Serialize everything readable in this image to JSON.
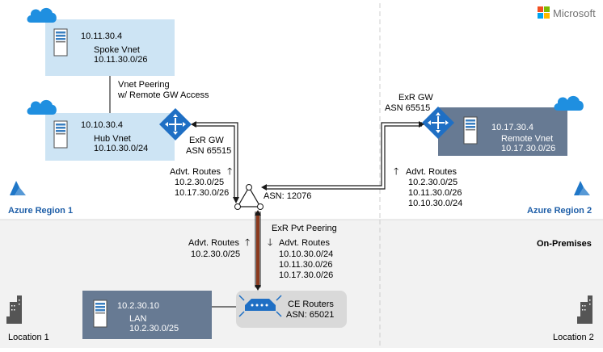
{
  "brand": {
    "name": "Microsoft",
    "colors": [
      "#f25022",
      "#7fba00",
      "#00a4ef",
      "#ffb900"
    ]
  },
  "colors": {
    "azure_bg": "#ffffff",
    "onprem_bg": "#f2f2f2",
    "vnet_light": "#cde4f4",
    "vnet_dark": "#677a93",
    "accent_blue": "#1f77c8",
    "cloud_blue": "#1f8fe0",
    "peering_link": "#8b3a1e",
    "region_label": "#1f5fa8"
  },
  "spoke_vnet": {
    "ip": "10.11.30.4",
    "name": "Spoke Vnet",
    "cidr": "10.11.30.0/26"
  },
  "peering": {
    "line1": "Vnet Peering",
    "line2": "w/ Remote GW Access"
  },
  "hub_vnet": {
    "ip": "10.10.30.4",
    "name": "Hub Vnet",
    "cidr": "10.10.30.0/24"
  },
  "hub_gw": {
    "name": "ExR GW",
    "asn": "ASN 65515"
  },
  "remote_gw": {
    "name": "ExR GW",
    "asn": "ASN 65515"
  },
  "remote_vnet": {
    "ip": "10.17.30.4",
    "name": "Remote Vnet",
    "cidr": "10.17.30.0/26"
  },
  "msee": {
    "asn": "ASN: 12076"
  },
  "adv_hub": {
    "title": "Advt. Routes",
    "routes": [
      "10.2.30.0/25",
      "10.17.30.0/26"
    ]
  },
  "adv_remote": {
    "title": "Advt. Routes",
    "routes": [
      "10.2.30.0/25",
      "10.11.30.0/26",
      "10.10.30.0/24"
    ]
  },
  "region1": "Azure Region 1",
  "region2": "Azure Region 2",
  "onprem": "On-Premises",
  "pvt_peering": "ExR Pvt Peering",
  "adv_up": {
    "title": "Advt. Routes",
    "routes": [
      "10.2.30.0/25"
    ]
  },
  "adv_down": {
    "title": "Advt. Routes",
    "routes": [
      "10.10.30.0/24",
      "10.11.30.0/26",
      "10.17.30.0/26"
    ]
  },
  "lan": {
    "ip": "10.2.30.10",
    "name": "LAN",
    "cidr": "10.2.30.0/25"
  },
  "ce": {
    "name": "CE Routers",
    "asn": "ASN: 65021"
  },
  "location1": "Location 1",
  "location2": "Location 2",
  "arrows": {
    "up": "🡑",
    "down": "🡓"
  }
}
